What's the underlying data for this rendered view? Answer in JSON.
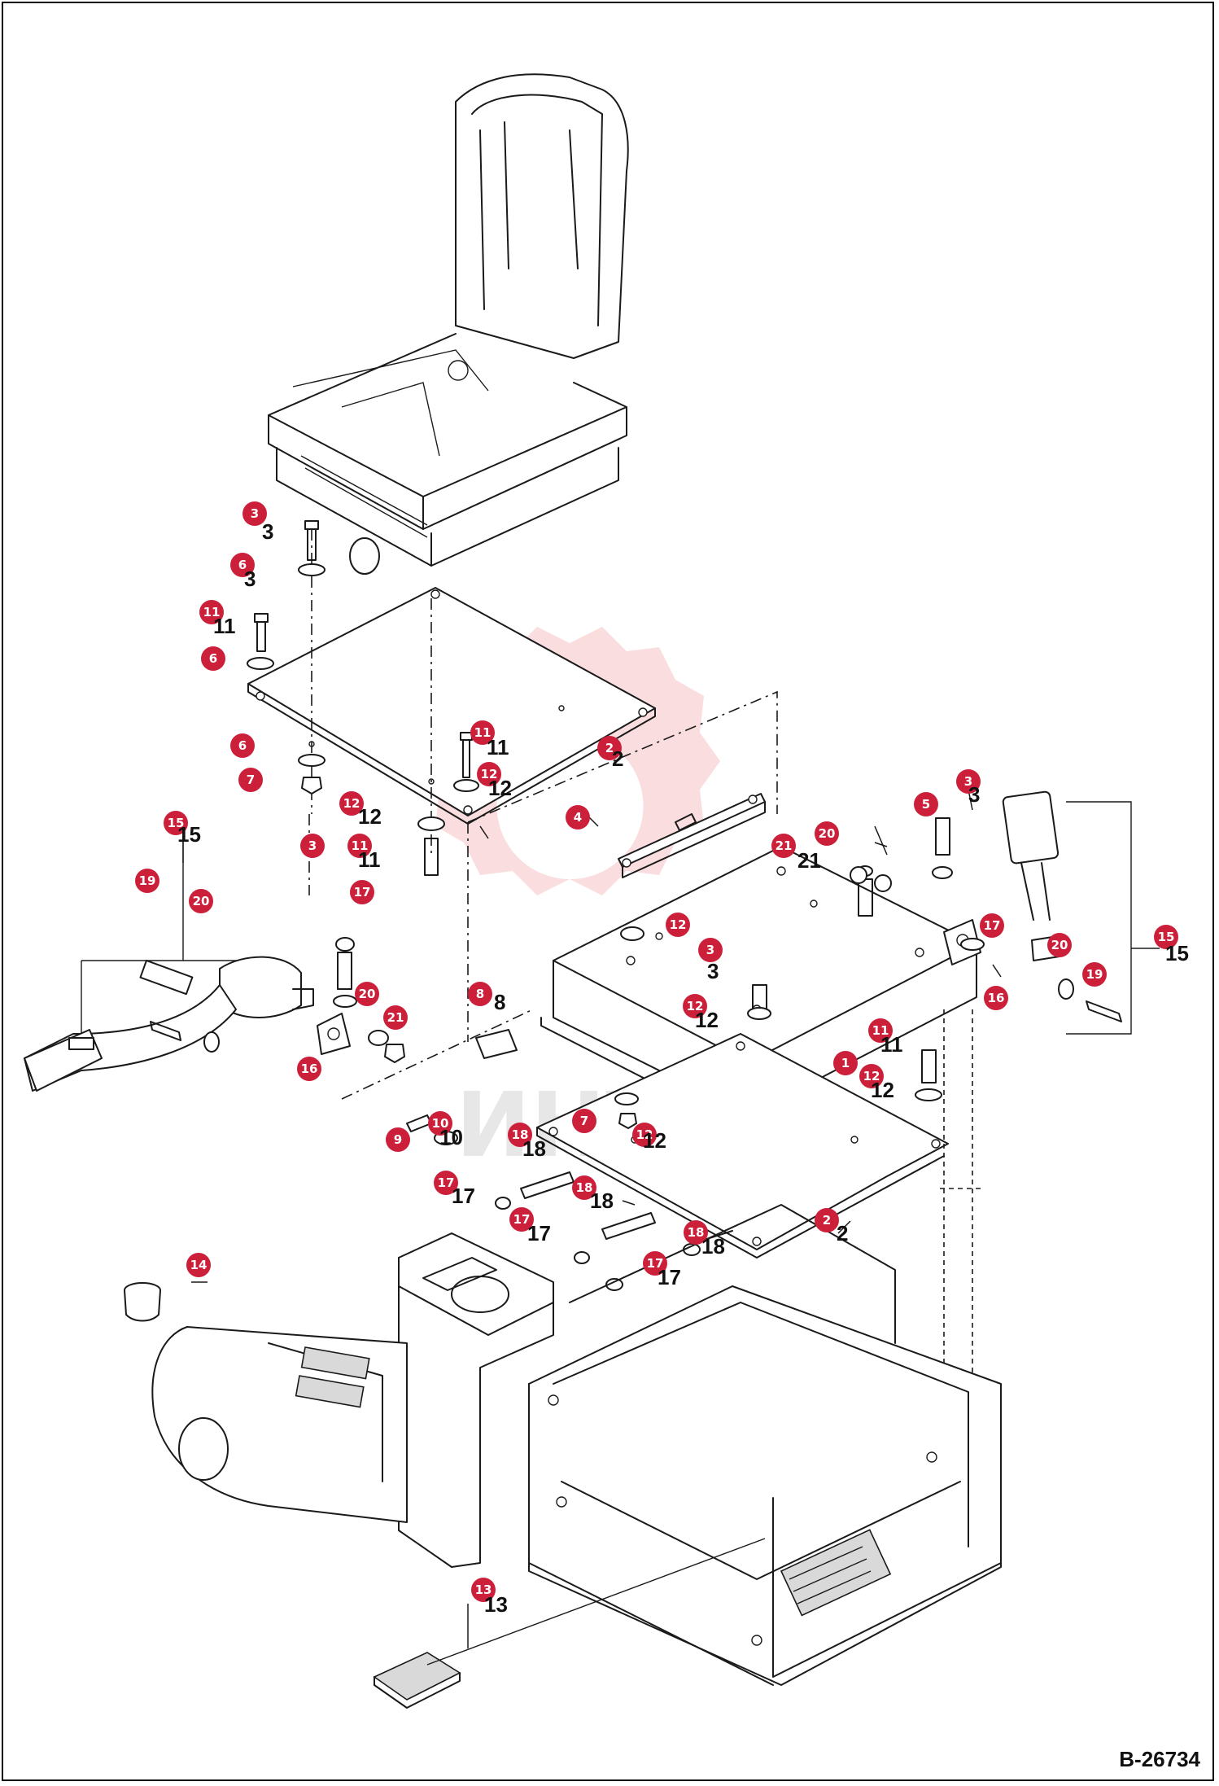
{
  "reference_code": "B-26734",
  "watermark_text": "ИНТЕХ",
  "accent_color": "#cc1f3a",
  "callouts": [
    {
      "num": "3"
    },
    {
      "num": "6"
    },
    {
      "num": "11"
    },
    {
      "num": "6"
    },
    {
      "num": "6"
    },
    {
      "num": "7"
    },
    {
      "num": "11"
    },
    {
      "num": "12"
    },
    {
      "num": "2"
    },
    {
      "num": "12"
    },
    {
      "num": "3"
    },
    {
      "num": "11"
    },
    {
      "num": "17"
    },
    {
      "num": "4"
    },
    {
      "num": "21"
    },
    {
      "num": "20"
    },
    {
      "num": "5"
    },
    {
      "num": "3"
    },
    {
      "num": "15"
    },
    {
      "num": "19"
    },
    {
      "num": "20"
    },
    {
      "num": "12"
    },
    {
      "num": "3"
    },
    {
      "num": "12"
    },
    {
      "num": "17"
    },
    {
      "num": "16"
    },
    {
      "num": "20"
    },
    {
      "num": "19"
    },
    {
      "num": "15"
    },
    {
      "num": "20"
    },
    {
      "num": "21"
    },
    {
      "num": "16"
    },
    {
      "num": "8"
    },
    {
      "num": "11"
    },
    {
      "num": "1"
    },
    {
      "num": "12"
    },
    {
      "num": "10"
    },
    {
      "num": "9"
    },
    {
      "num": "7"
    },
    {
      "num": "12"
    },
    {
      "num": "18"
    },
    {
      "num": "17"
    },
    {
      "num": "18"
    },
    {
      "num": "17"
    },
    {
      "num": "18"
    },
    {
      "num": "17"
    },
    {
      "num": "2"
    },
    {
      "num": "14"
    },
    {
      "num": "13"
    }
  ],
  "labels": [
    {
      "text": "3"
    },
    {
      "text": "3"
    },
    {
      "text": "11"
    },
    {
      "text": "11"
    },
    {
      "text": "12"
    },
    {
      "text": "2"
    },
    {
      "text": "12"
    },
    {
      "text": "11"
    },
    {
      "text": "21"
    },
    {
      "text": "3"
    },
    {
      "text": "15"
    },
    {
      "text": "3"
    },
    {
      "text": "12"
    },
    {
      "text": "8"
    },
    {
      "text": "11"
    },
    {
      "text": "12"
    },
    {
      "text": "10"
    },
    {
      "text": "12"
    },
    {
      "text": "18"
    },
    {
      "text": "18"
    },
    {
      "text": "17"
    },
    {
      "text": "17"
    },
    {
      "text": "18"
    },
    {
      "text": "17"
    },
    {
      "text": "2"
    },
    {
      "text": "13"
    },
    {
      "text": "15"
    }
  ]
}
